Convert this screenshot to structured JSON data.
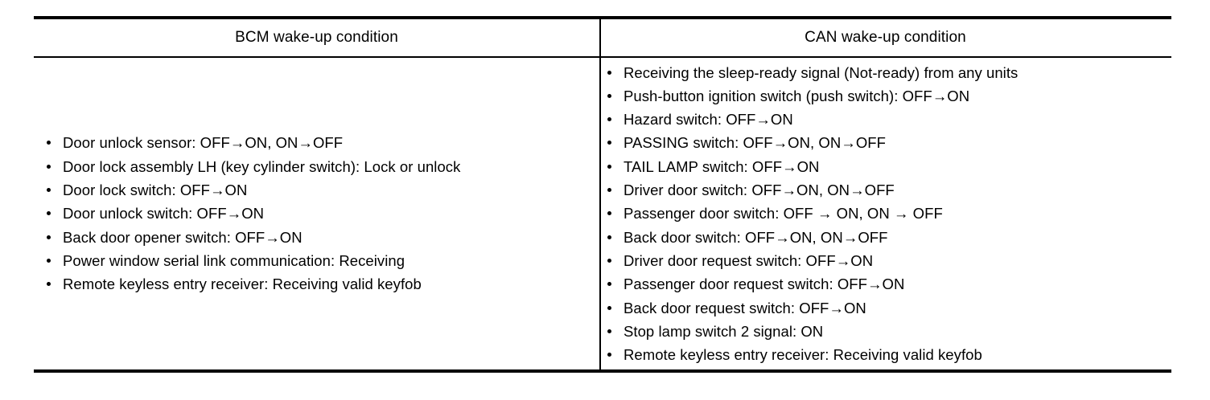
{
  "table": {
    "columns": [
      {
        "header": "BCM wake-up condition"
      },
      {
        "header": "CAN wake-up condition"
      }
    ],
    "bcm_conditions": [
      "Door unlock sensor:  OFF→ON, ON→OFF",
      "Door lock assembly LH (key cylinder switch): Lock or unlock",
      "Door lock switch:  OFF→ON",
      "Door unlock switch:  OFF→ON",
      "Back door opener switch:  OFF→ON",
      "Power window serial link communication: Receiving",
      "Remote keyless entry receiver:  Receiving valid keyfob"
    ],
    "can_conditions": [
      "Receiving the sleep-ready signal (Not-ready) from any units",
      "Push-button ignition switch (push switch):  OFF→ON",
      "Hazard switch:  OFF→ON",
      "PASSING switch:  OFF→ON, ON→OFF",
      "TAIL LAMP switch:  OFF→ON",
      "Driver door switch:  OFF→ON, ON→OFF",
      "Passenger door switch:  OFF → ON, ON → OFF",
      "Back door switch:  OFF→ON, ON→OFF",
      "Driver door request switch:  OFF→ON",
      "Passenger door request switch:  OFF→ON",
      "Back door request switch:  OFF→ON",
      "Stop lamp switch 2 signal:  ON",
      "Remote keyless entry receiver:  Receiving valid keyfob"
    ]
  },
  "colors": {
    "rule": "#000000",
    "text": "#000000",
    "background": "#ffffff"
  }
}
